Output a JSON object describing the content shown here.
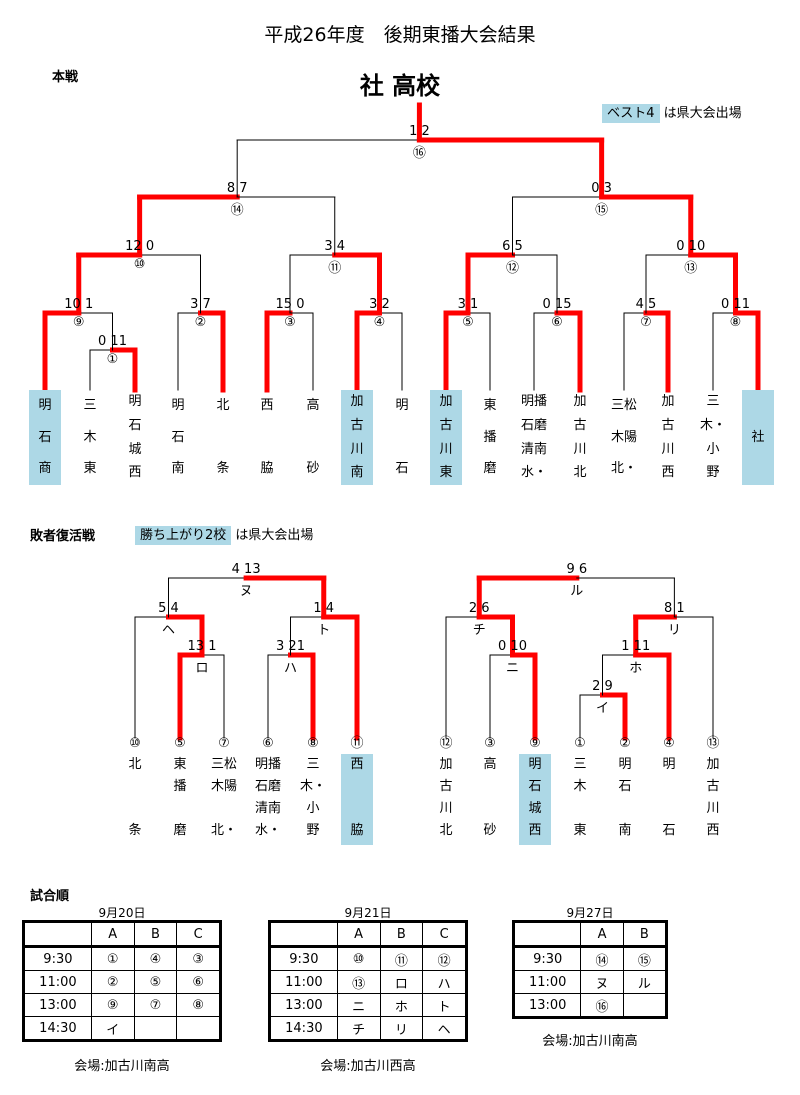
{
  "title": "平成26年度　後期東播大会結果",
  "main": {
    "section_label": "本戦",
    "champion": "社 高校",
    "legend_box": "ベスト4",
    "legend_text": "は県大会出場",
    "teams": [
      {
        "lines": [
          "明",
          "石",
          "商"
        ],
        "highlight": true
      },
      {
        "lines": [
          "三",
          "木",
          "東"
        ],
        "highlight": false
      },
      {
        "lines": [
          "明",
          "石",
          "城",
          "西"
        ],
        "highlight": false
      },
      {
        "lines": [
          "明",
          "石",
          "南"
        ],
        "highlight": false
      },
      {
        "lines": [
          "北",
          "",
          "条"
        ],
        "highlight": false
      },
      {
        "lines": [
          "西",
          "",
          "脇"
        ],
        "highlight": false
      },
      {
        "lines": [
          "高",
          "",
          "砂"
        ],
        "highlight": false
      },
      {
        "lines": [
          "加",
          "古",
          "川",
          "南"
        ],
        "highlight": true
      },
      {
        "lines": [
          "明",
          "",
          "石"
        ],
        "highlight": false
      },
      {
        "lines": [
          "加",
          "古",
          "川",
          "東"
        ],
        "highlight": true
      },
      {
        "lines": [
          "東",
          "播",
          "磨"
        ],
        "highlight": false
      },
      {
        "lines": [
          "明播",
          "石磨",
          "清南",
          "水・"
        ],
        "highlight": false
      },
      {
        "lines": [
          "加",
          "古",
          "川",
          "北"
        ],
        "highlight": false
      },
      {
        "lines": [
          "三松",
          "木陽",
          "北・"
        ],
        "highlight": false
      },
      {
        "lines": [
          "加",
          "古",
          "川",
          "西"
        ],
        "highlight": false
      },
      {
        "lines": [
          "三",
          "木・",
          "小",
          "野"
        ],
        "highlight": false
      },
      {
        "lines": [
          "社"
        ],
        "highlight": true
      }
    ],
    "games": [
      {
        "id": "①",
        "score": "0 11"
      },
      {
        "id": "⑨",
        "score": "10 1"
      },
      {
        "id": "②",
        "score": "3 7"
      },
      {
        "id": "③",
        "score": "15 0"
      },
      {
        "id": "④",
        "score": "3 2"
      },
      {
        "id": "⑤",
        "score": "3 1"
      },
      {
        "id": "⑥",
        "score": "0 15"
      },
      {
        "id": "⑦",
        "score": "4 5"
      },
      {
        "id": "⑧",
        "score": "0 11"
      },
      {
        "id": "⑩",
        "score": "12 0"
      },
      {
        "id": "⑪",
        "score": "3 4"
      },
      {
        "id": "⑫",
        "score": "6 5"
      },
      {
        "id": "⑬",
        "score": "0 10"
      },
      {
        "id": "⑭",
        "score": "8 7"
      },
      {
        "id": "⑮",
        "score": "0 3"
      },
      {
        "id": "⑯",
        "score": "1 2"
      }
    ]
  },
  "repechage": {
    "section_label": "敗者復活戦",
    "legend_box": "勝ち上がり2校",
    "legend_text": "は県大会出場",
    "teams": [
      {
        "seed": "⑩",
        "lines": [
          "北",
          "",
          "",
          "条"
        ],
        "highlight": false
      },
      {
        "seed": "⑤",
        "lines": [
          "東",
          "播",
          "",
          "磨"
        ],
        "highlight": false
      },
      {
        "seed": "⑦",
        "lines": [
          "三松",
          "木陽",
          "",
          "北・"
        ],
        "highlight": false
      },
      {
        "seed": "⑥",
        "lines": [
          "明播",
          "石磨",
          "清南",
          "水・"
        ],
        "highlight": false
      },
      {
        "seed": "⑧",
        "lines": [
          "三",
          "木・",
          "小",
          "野"
        ],
        "highlight": false
      },
      {
        "seed": "⑪",
        "lines": [
          "西",
          "",
          "",
          "脇"
        ],
        "highlight": true
      },
      {
        "seed": "⑫",
        "lines": [
          "加",
          "古",
          "川",
          "北"
        ],
        "highlight": false
      },
      {
        "seed": "③",
        "lines": [
          "高",
          "",
          "",
          "砂"
        ],
        "highlight": false
      },
      {
        "seed": "⑨",
        "lines": [
          "明",
          "石",
          "城",
          "西"
        ],
        "highlight": true
      },
      {
        "seed": "①",
        "lines": [
          "三",
          "木",
          "",
          "東"
        ],
        "highlight": false
      },
      {
        "seed": "②",
        "lines": [
          "明",
          "石",
          "",
          "南"
        ],
        "highlight": false
      },
      {
        "seed": "④",
        "lines": [
          "明",
          "",
          "",
          "石"
        ],
        "highlight": false
      },
      {
        "seed": "⑬",
        "lines": [
          "加",
          "古",
          "川",
          "西"
        ],
        "highlight": false
      }
    ],
    "games": [
      {
        "id": "ロ",
        "score": "13 1"
      },
      {
        "id": "ハ",
        "score": "3 21"
      },
      {
        "id": "ヘ",
        "score": "5 4"
      },
      {
        "id": "ト",
        "score": "1 4"
      },
      {
        "id": "ヌ",
        "score": "4 13"
      },
      {
        "id": "イ",
        "score": "2 9"
      },
      {
        "id": "ニ",
        "score": "0 10"
      },
      {
        "id": "ホ",
        "score": "1 11"
      },
      {
        "id": "チ",
        "score": "2 6"
      },
      {
        "id": "リ",
        "score": "8 1"
      },
      {
        "id": "ル",
        "score": "9 6"
      }
    ]
  },
  "schedule": {
    "section_label": "試合順",
    "days": [
      {
        "date": "9月20日",
        "venue": "会場:加古川南高",
        "headers": [
          "",
          "A",
          "B",
          "C"
        ],
        "rows": [
          [
            "9:30",
            "①",
            "④",
            "③"
          ],
          [
            "11:00",
            "②",
            "⑤",
            "⑥"
          ],
          [
            "13:00",
            "⑨",
            "⑦",
            "⑧"
          ],
          [
            "14:30",
            "イ",
            "",
            ""
          ]
        ]
      },
      {
        "date": "9月21日",
        "venue": "会場:加古川西高",
        "headers": [
          "",
          "A",
          "B",
          "C"
        ],
        "rows": [
          [
            "9:30",
            "⑩",
            "⑪",
            "⑫"
          ],
          [
            "11:00",
            "⑬",
            "ロ",
            "ハ"
          ],
          [
            "13:00",
            "ニ",
            "ホ",
            "ト"
          ],
          [
            "14:30",
            "チ",
            "リ",
            "ヘ"
          ]
        ]
      },
      {
        "date": "9月27日",
        "venue": "会場:加古川南高",
        "headers": [
          "",
          "A",
          "B"
        ],
        "rows": [
          [
            "9:30",
            "⑭",
            "⑮"
          ],
          [
            "11:00",
            "ヌ",
            "ル"
          ],
          [
            "13:00",
            "⑯",
            ""
          ]
        ]
      }
    ]
  },
  "colors": {
    "winner_line": "#ff0000",
    "loser_line": "#000000",
    "highlight": "#add8e6"
  }
}
